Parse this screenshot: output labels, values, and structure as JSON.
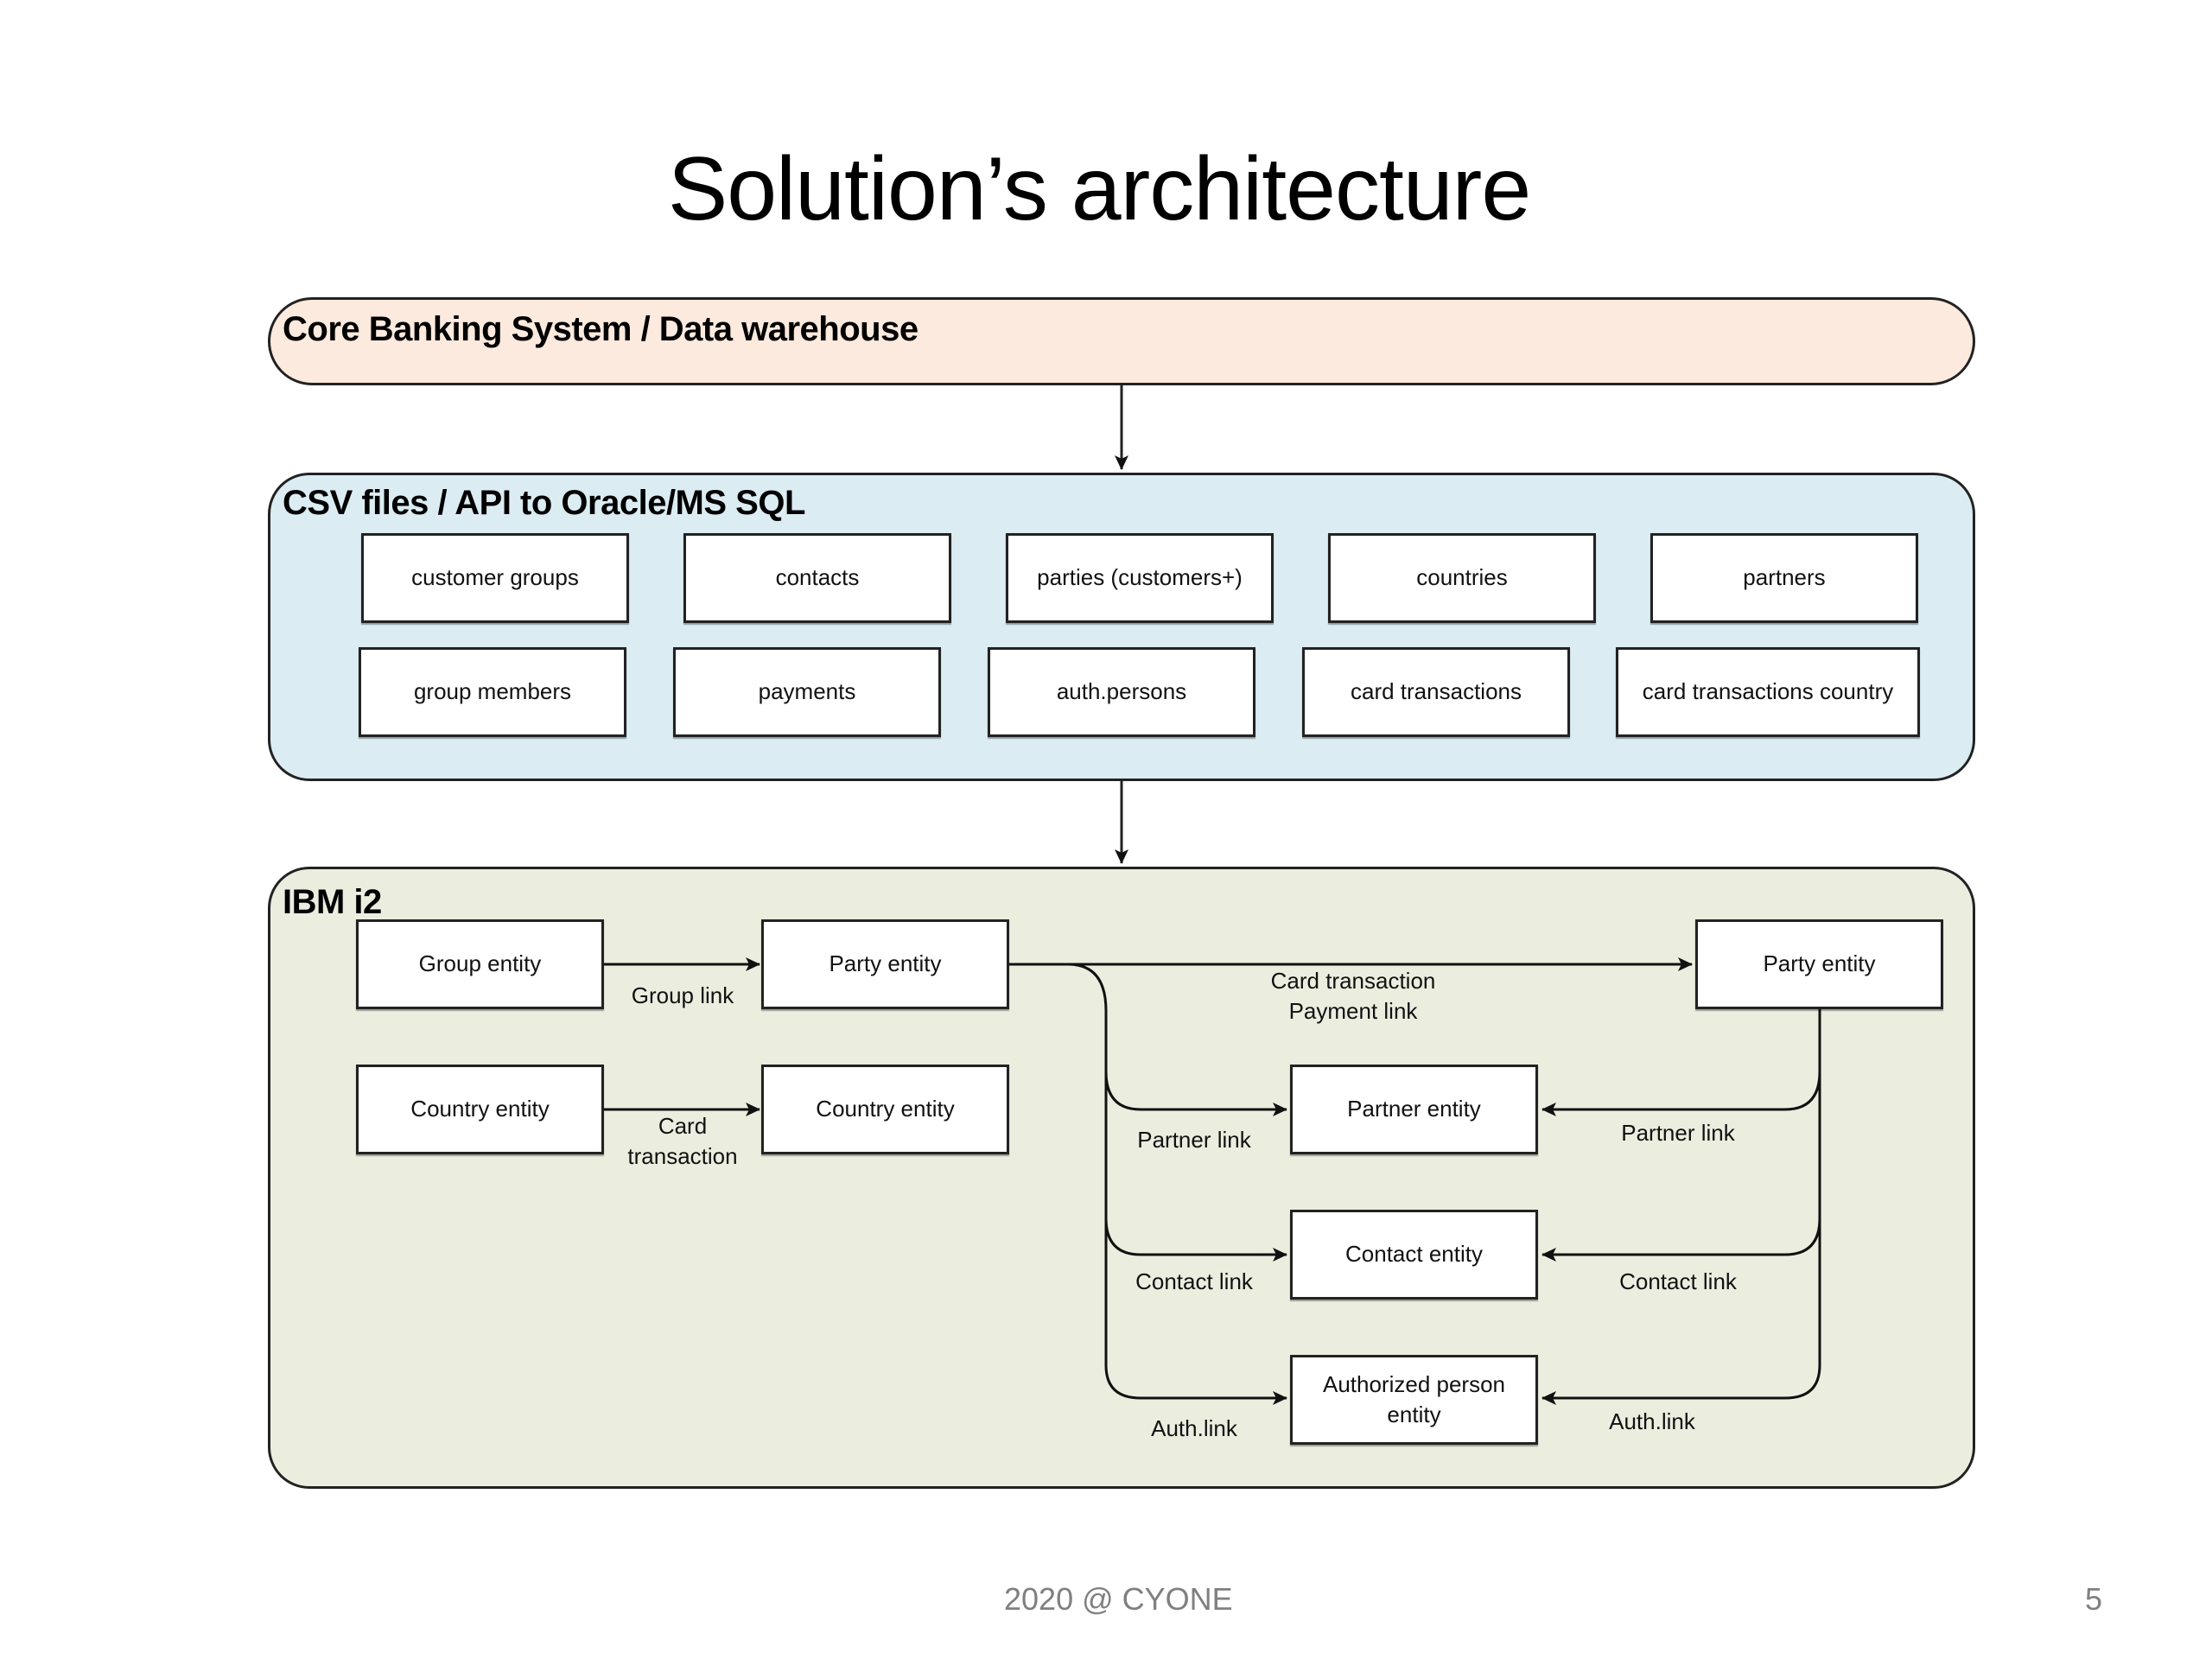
{
  "slide": {
    "title": "Solution’s architecture",
    "footer_text": "2020 @ CYONE",
    "page_number": "5"
  },
  "colors": {
    "source_layer": "#fbeadd",
    "staging_layer": "#dbecf2",
    "analysis_layer": "#ebeedf",
    "entity_box": "#ffffff",
    "stroke": "#222222"
  },
  "layers": {
    "source": {
      "label": "Core Banking System / Data warehouse"
    },
    "staging": {
      "label": "CSV files / API to Oracle/MS SQL",
      "row1": [
        "customer groups",
        "contacts",
        "parties (customers+)",
        "countries",
        "partners"
      ],
      "row2": [
        "group members",
        "payments",
        "auth.persons",
        "card transactions",
        "card transactions country"
      ]
    },
    "analysis": {
      "label": "IBM i2",
      "entities": {
        "group": "Group entity",
        "party_left": "Party entity",
        "party_right": "Party entity",
        "country_left": "Country entity",
        "country_right": "Country entity",
        "partner": "Partner entity",
        "contact": "Contact entity",
        "authorized": "Authorized person entity"
      },
      "links": {
        "group_link": "Group link",
        "country_link_line1": "Card",
        "country_link_line2": "transaction",
        "party_link_line1": "Card transaction",
        "party_link_line2": "Payment link",
        "partner_left": "Partner link",
        "partner_right": "Partner link",
        "contact_left": "Contact link",
        "contact_right": "Contact link",
        "auth_left": "Auth.link",
        "auth_right": "Auth.link"
      }
    }
  }
}
